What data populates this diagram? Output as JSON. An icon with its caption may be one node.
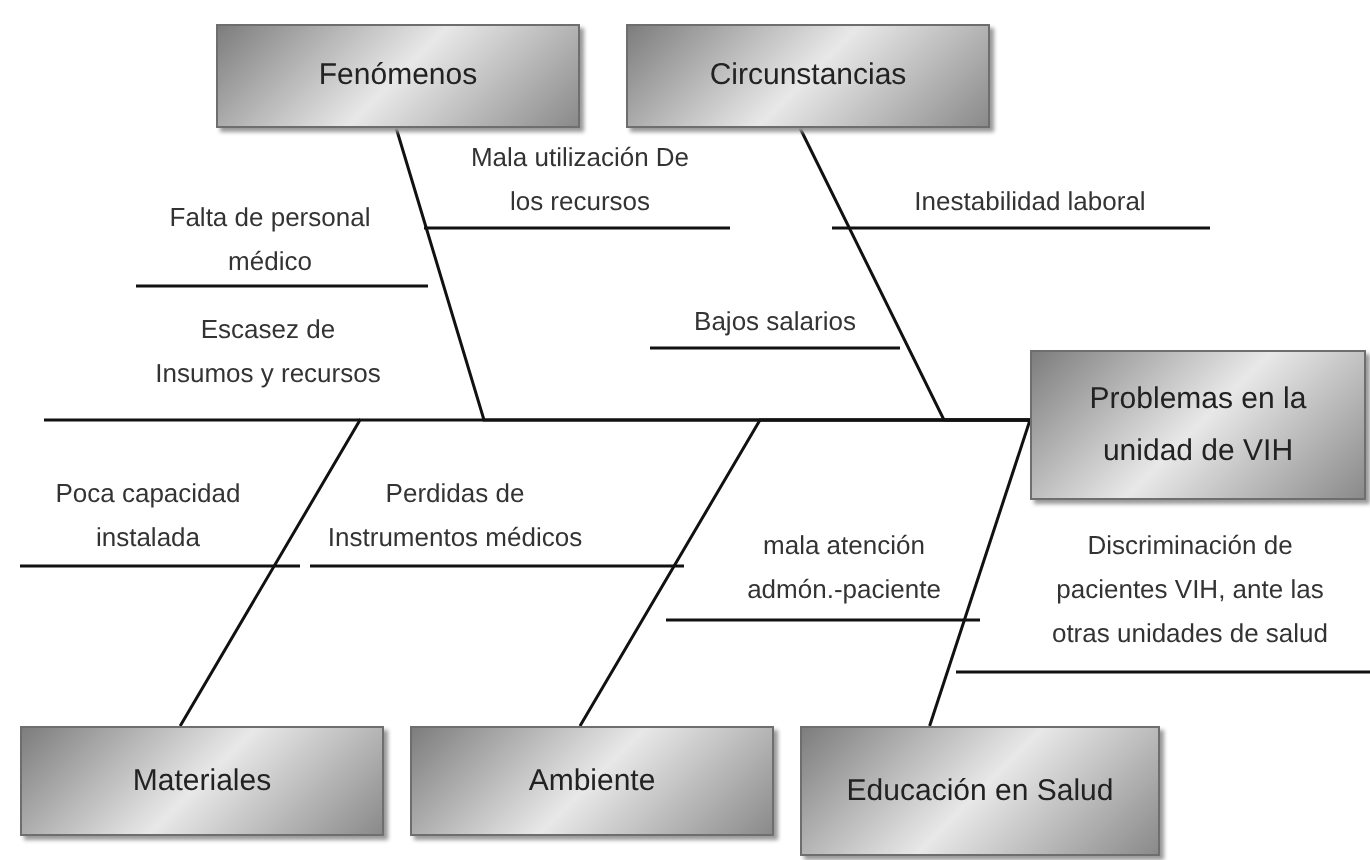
{
  "diagram": {
    "nodes": [
      {
        "text": [
          "Fenómenos"
        ]
      },
      {
        "text": [
          "Circunstancias"
        ]
      },
      {
        "text": [
          "Problemas en la unidad de VIH"
        ]
      },
      {
        "text": [
          "Materiales"
        ]
      },
      {
        "text": [
          "Ambiente"
        ]
      },
      {
        "text": [
          "Educación en Salud"
        ]
      }
    ],
    "edges": [
      {
        "from": 0,
        "to": 2,
        "arrow": "none"
      },
      {
        "from": 1,
        "to": 2,
        "arrow": "none"
      },
      {
        "from": 3,
        "to": 2,
        "arrow": "none"
      },
      {
        "from": 4,
        "to": 2,
        "arrow": "none"
      },
      {
        "from": 5,
        "to": 2,
        "arrow": "none"
      }
    ],
    "labels": [
      "Mala utilización De los recursos",
      "Falta de personal médico",
      "Inestabilidad laboral",
      "Bajos salarios",
      "Escasez de Insumos y recursos",
      "Poca capacidad instalada",
      "Perdidas de Instrumentos médicos",
      "mala atención admón.-paciente",
      "Discriminación de pacientes VIH, ante las otras unidades de salud"
    ]
  }
}
